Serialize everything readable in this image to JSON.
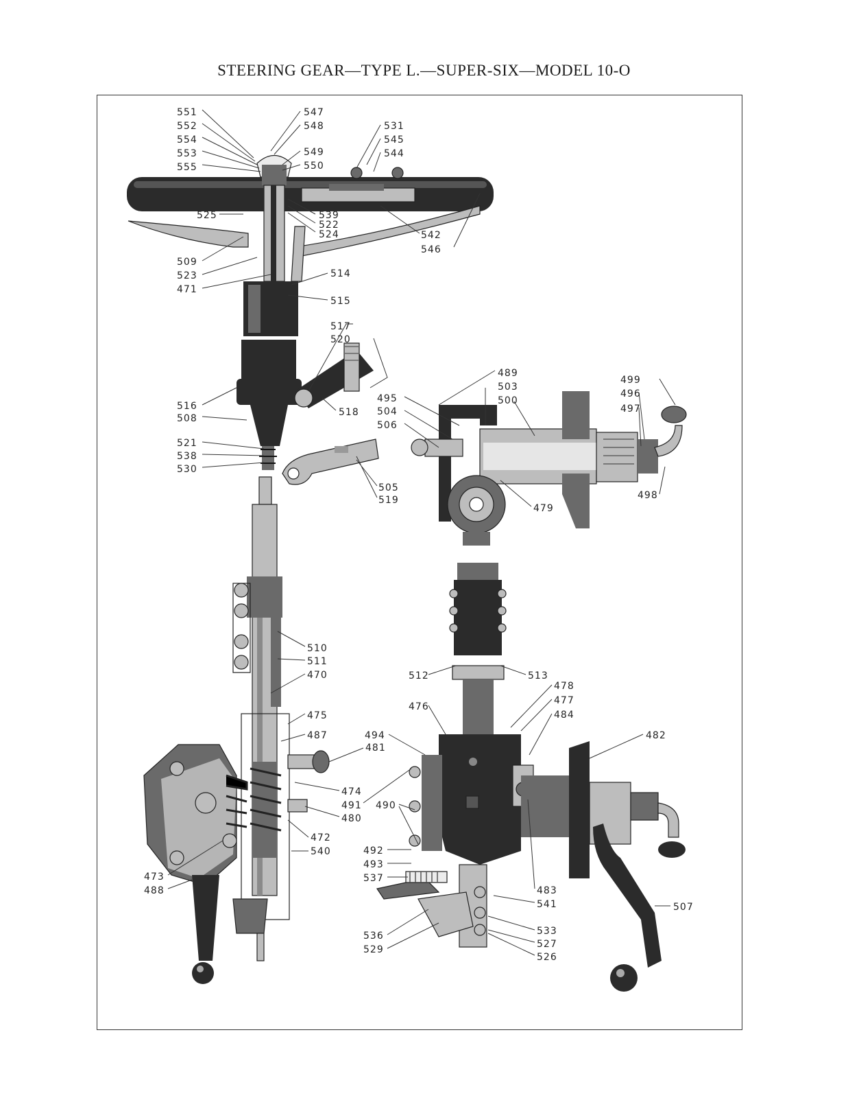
{
  "title": "STEERING GEAR—TYPE L.—SUPER-SIX—MODEL 10-O",
  "callouts": [
    {
      "id": "c551",
      "text": "551"
    },
    {
      "id": "c552",
      "text": "552"
    },
    {
      "id": "c554",
      "text": "554"
    },
    {
      "id": "c553",
      "text": "553"
    },
    {
      "id": "c555",
      "text": "555"
    },
    {
      "id": "c547",
      "text": "547"
    },
    {
      "id": "c548",
      "text": "548"
    },
    {
      "id": "c549",
      "text": "549"
    },
    {
      "id": "c550",
      "text": "550"
    },
    {
      "id": "c531",
      "text": "531"
    },
    {
      "id": "c545",
      "text": "545"
    },
    {
      "id": "c544",
      "text": "544"
    },
    {
      "id": "c525",
      "text": "525"
    },
    {
      "id": "c539",
      "text": "539"
    },
    {
      "id": "c522",
      "text": "522"
    },
    {
      "id": "c524",
      "text": "524"
    },
    {
      "id": "c542",
      "text": "542"
    },
    {
      "id": "c546",
      "text": "546"
    },
    {
      "id": "c509",
      "text": "509"
    },
    {
      "id": "c523",
      "text": "523"
    },
    {
      "id": "c471",
      "text": "471"
    },
    {
      "id": "c514",
      "text": "514"
    },
    {
      "id": "c515",
      "text": "515"
    },
    {
      "id": "c517",
      "text": "517"
    },
    {
      "id": "c520",
      "text": "520"
    },
    {
      "id": "c516",
      "text": "516"
    },
    {
      "id": "c508",
      "text": "508"
    },
    {
      "id": "c518",
      "text": "518"
    },
    {
      "id": "c521",
      "text": "521"
    },
    {
      "id": "c538",
      "text": "538"
    },
    {
      "id": "c530",
      "text": "530"
    },
    {
      "id": "c505",
      "text": "505"
    },
    {
      "id": "c519",
      "text": "519"
    },
    {
      "id": "c489",
      "text": "489"
    },
    {
      "id": "c503",
      "text": "503"
    },
    {
      "id": "c500",
      "text": "500"
    },
    {
      "id": "c495",
      "text": "495"
    },
    {
      "id": "c504",
      "text": "504"
    },
    {
      "id": "c506",
      "text": "506"
    },
    {
      "id": "c499",
      "text": "499"
    },
    {
      "id": "c496",
      "text": "496"
    },
    {
      "id": "c497",
      "text": "497"
    },
    {
      "id": "c498",
      "text": "498"
    },
    {
      "id": "c479",
      "text": "479"
    },
    {
      "id": "c510",
      "text": "510"
    },
    {
      "id": "c511",
      "text": "511"
    },
    {
      "id": "c470",
      "text": "470"
    },
    {
      "id": "c475",
      "text": "475"
    },
    {
      "id": "c487",
      "text": "487"
    },
    {
      "id": "c481",
      "text": "481"
    },
    {
      "id": "c474",
      "text": "474"
    },
    {
      "id": "c480",
      "text": "480"
    },
    {
      "id": "c472",
      "text": "472"
    },
    {
      "id": "c540",
      "text": "540"
    },
    {
      "id": "c473",
      "text": "473"
    },
    {
      "id": "c488",
      "text": "488"
    },
    {
      "id": "c512",
      "text": "512"
    },
    {
      "id": "c513",
      "text": "513"
    },
    {
      "id": "c478",
      "text": "478"
    },
    {
      "id": "c477",
      "text": "477"
    },
    {
      "id": "c476",
      "text": "476"
    },
    {
      "id": "c484",
      "text": "484"
    },
    {
      "id": "c482",
      "text": "482"
    },
    {
      "id": "c494",
      "text": "494"
    },
    {
      "id": "c491",
      "text": "491"
    },
    {
      "id": "c490",
      "text": "490"
    },
    {
      "id": "c492",
      "text": "492"
    },
    {
      "id": "c493",
      "text": "493"
    },
    {
      "id": "c537",
      "text": "537"
    },
    {
      "id": "c483",
      "text": "483"
    },
    {
      "id": "c541",
      "text": "541"
    },
    {
      "id": "c536",
      "text": "536"
    },
    {
      "id": "c529",
      "text": "529"
    },
    {
      "id": "c533",
      "text": "533"
    },
    {
      "id": "c527",
      "text": "527"
    },
    {
      "id": "c526",
      "text": "526"
    },
    {
      "id": "c507",
      "text": "507"
    }
  ]
}
